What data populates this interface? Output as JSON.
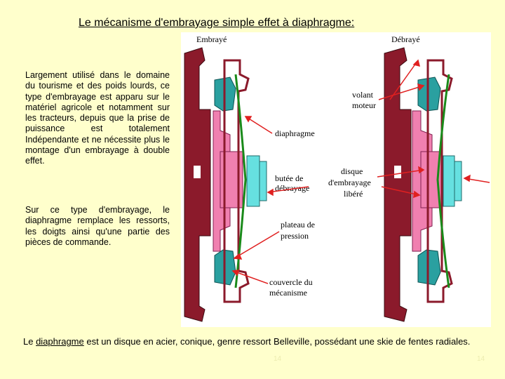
{
  "title": "Le mécanisme d'embrayage simple effet à diaphragme:",
  "paragraph1": "Largement utilisé dans le domaine du tourisme et des poids lourds, ce type d'embrayage est apparu sur le matériel agricole et notamment sur les tracteurs, depuis que la prise de puissance est totalement Indépendante et ne nécessite plus le montage d'un embrayage à double effet.",
  "paragraph2": "Sur ce type d'embrayage, le diaphragme remplace les ressorts, les doigts ainsi qu'une partie des pièces de commande.",
  "bottom": {
    "before": "Le ",
    "term": "diaphragme",
    "after": " est un disque en acier, conique, genre ressort Belleville, possédant une skie de fentes radiales."
  },
  "figure": {
    "left_heading": "Embrayé",
    "right_heading": "Débrayé",
    "labels": {
      "volant1": "volant",
      "volant2": "moteur",
      "diaphragme": "diaphragme",
      "butee1": "butée de",
      "butee2": "débrayage",
      "disque1": "disque",
      "disque2": "d'embrayage",
      "disque3": "libéré",
      "plateau1": "plateau de",
      "plateau2": "pression",
      "couvercle1": "couvercle du",
      "couvercle2": "mécanisme"
    },
    "colors": {
      "flywheel": "#8b1a2b",
      "disc": "#f080b0",
      "pressure_plate": "#2aa0a0",
      "bearing": "#66e0e0",
      "diaphragm": "#1a8a1a",
      "arrow": "#e02020"
    }
  },
  "page_numbers": [
    "14",
    "14"
  ]
}
